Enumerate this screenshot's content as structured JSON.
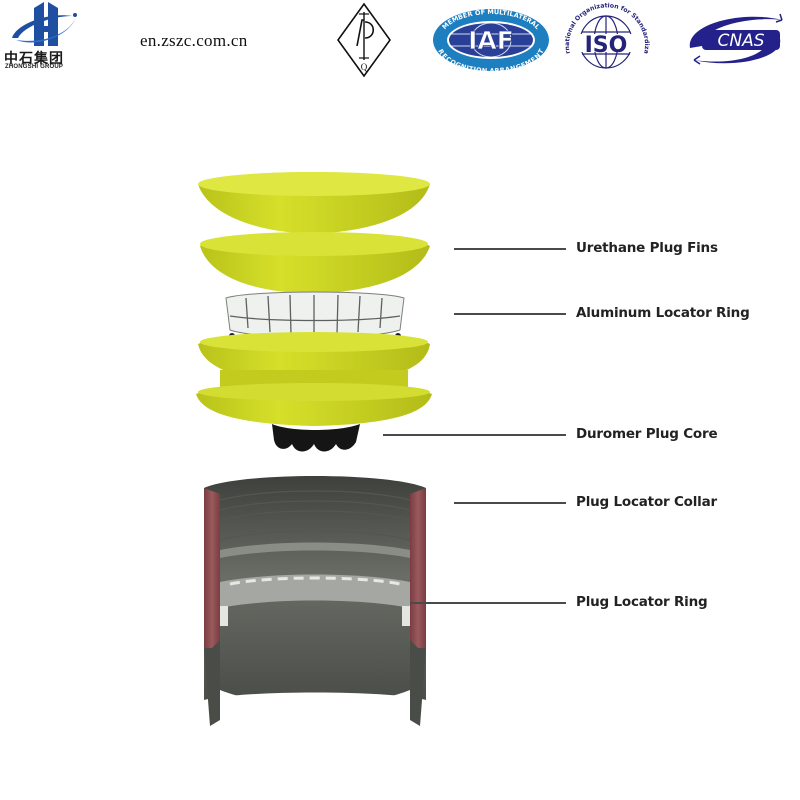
{
  "header": {
    "company_logo": {
      "icon": "zhongshi-building-logo-icon",
      "name_cn": "中石集团",
      "name_en": "ZHONGSHI GROUP",
      "color": "#1f4fa0"
    },
    "site_url": "en.zszc.com.cn",
    "certifications": [
      {
        "name": "API",
        "icon": "api-monogram-icon",
        "letters": "AP",
        "sub": "Q"
      },
      {
        "name": "IAF",
        "icon": "iaf-logo-icon",
        "center_text": "IAF",
        "ring_top": "MEMBER OF MULTILATERAL",
        "ring_bottom": "RECOGNITION ARRANGEMENT",
        "color": "#1e7fc0"
      },
      {
        "name": "ISO",
        "icon": "iso-globe-icon",
        "center_text": "ISO",
        "ring_text": "International Organization for Standardization",
        "color": "#25237a"
      },
      {
        "name": "CNAS",
        "icon": "cnas-logo-icon",
        "center_text": "CNAS",
        "color": "#24228a"
      }
    ]
  },
  "diagram": {
    "colors": {
      "urethane": "#c9d41c",
      "aluminum": "#e8ece8",
      "core": "#1a1a1a",
      "collar_outer": "#8a4a4e",
      "collar_inner": "#5c5e58"
    },
    "labels": [
      {
        "id": "urethane-plug-fins",
        "text": "Urethane Plug Fins"
      },
      {
        "id": "aluminum-locator-ring",
        "text": "Aluminum Locator Ring"
      },
      {
        "id": "duromer-plug-core",
        "text": "Duromer Plug Core"
      },
      {
        "id": "plug-locator-collar",
        "text": "Plug Locator Collar"
      },
      {
        "id": "plug-locator-ring",
        "text": "Plug Locator Ring"
      }
    ]
  }
}
